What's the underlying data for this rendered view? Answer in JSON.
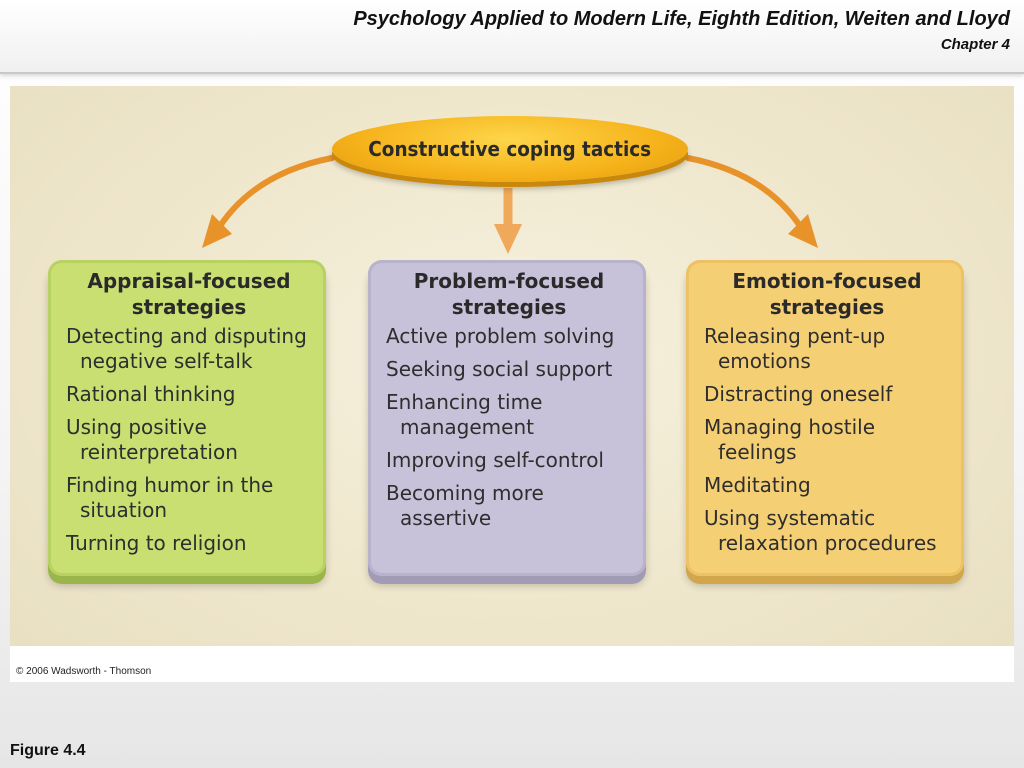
{
  "header": {
    "book_title": "Psychology Applied to Modern Life, Eighth Edition, Weiten and Lloyd",
    "chapter": "Chapter 4"
  },
  "diagram": {
    "center": "Constructive coping tactics",
    "boxes": [
      {
        "title": "Appraisal-focused strategies",
        "color": "#c9df72",
        "items": [
          "Detecting and disputing negative self-talk",
          "Rational thinking",
          "Using positive reinterpretation",
          "Finding humor in the situation",
          "Turning to religion"
        ]
      },
      {
        "title": "Problem-focused strategies",
        "color": "#c7c2d9",
        "items": [
          "Active problem solving",
          "Seeking social support",
          "Enhancing time management",
          "Improving self-control",
          "Becoming more assertive"
        ]
      },
      {
        "title": "Emotion-focused strategies",
        "color": "#f5cf74",
        "items": [
          "Releasing pent-up emotions",
          "Distracting oneself",
          "Managing hostile feelings",
          "Meditating",
          "Using systematic relaxation procedures"
        ]
      }
    ],
    "arrow_color": "#e8922a",
    "oval_color": "#f6b21a"
  },
  "copyright": "© 2006 Wadsworth - Thomson",
  "figure_label": "Figure 4.4"
}
